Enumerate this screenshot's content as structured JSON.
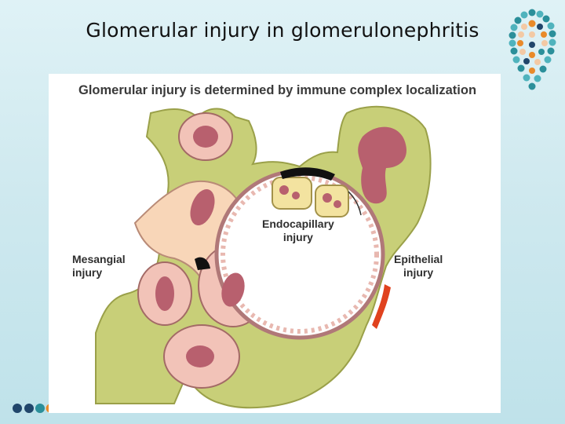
{
  "slide": {
    "title": "Glomerular injury in glomerulonephritis"
  },
  "diagram": {
    "heading": "Glomerular injury is determined by immune complex localization",
    "labels": {
      "mesangial_line1": "Mesangial",
      "mesangial_line2": "injury",
      "endocapillary_line1": "Endocapillary",
      "endocapillary_line2": "injury",
      "epithelial_line1": "Epithelial",
      "epithelial_line2": "injury"
    },
    "colors": {
      "podocyte_green": "#c8cf78",
      "endothelium_pink": "#f2c3b8",
      "nucleus_maroon": "#b8606e",
      "immune_deposit_black": "#111111",
      "epithelial_deposit_red": "#e0421e",
      "mesangium_peach": "#f8d6b8"
    }
  },
  "decor": {
    "accent_teal": "#2b8f9a",
    "accent_orange": "#e98a2a",
    "accent_navy": "#21466b"
  }
}
